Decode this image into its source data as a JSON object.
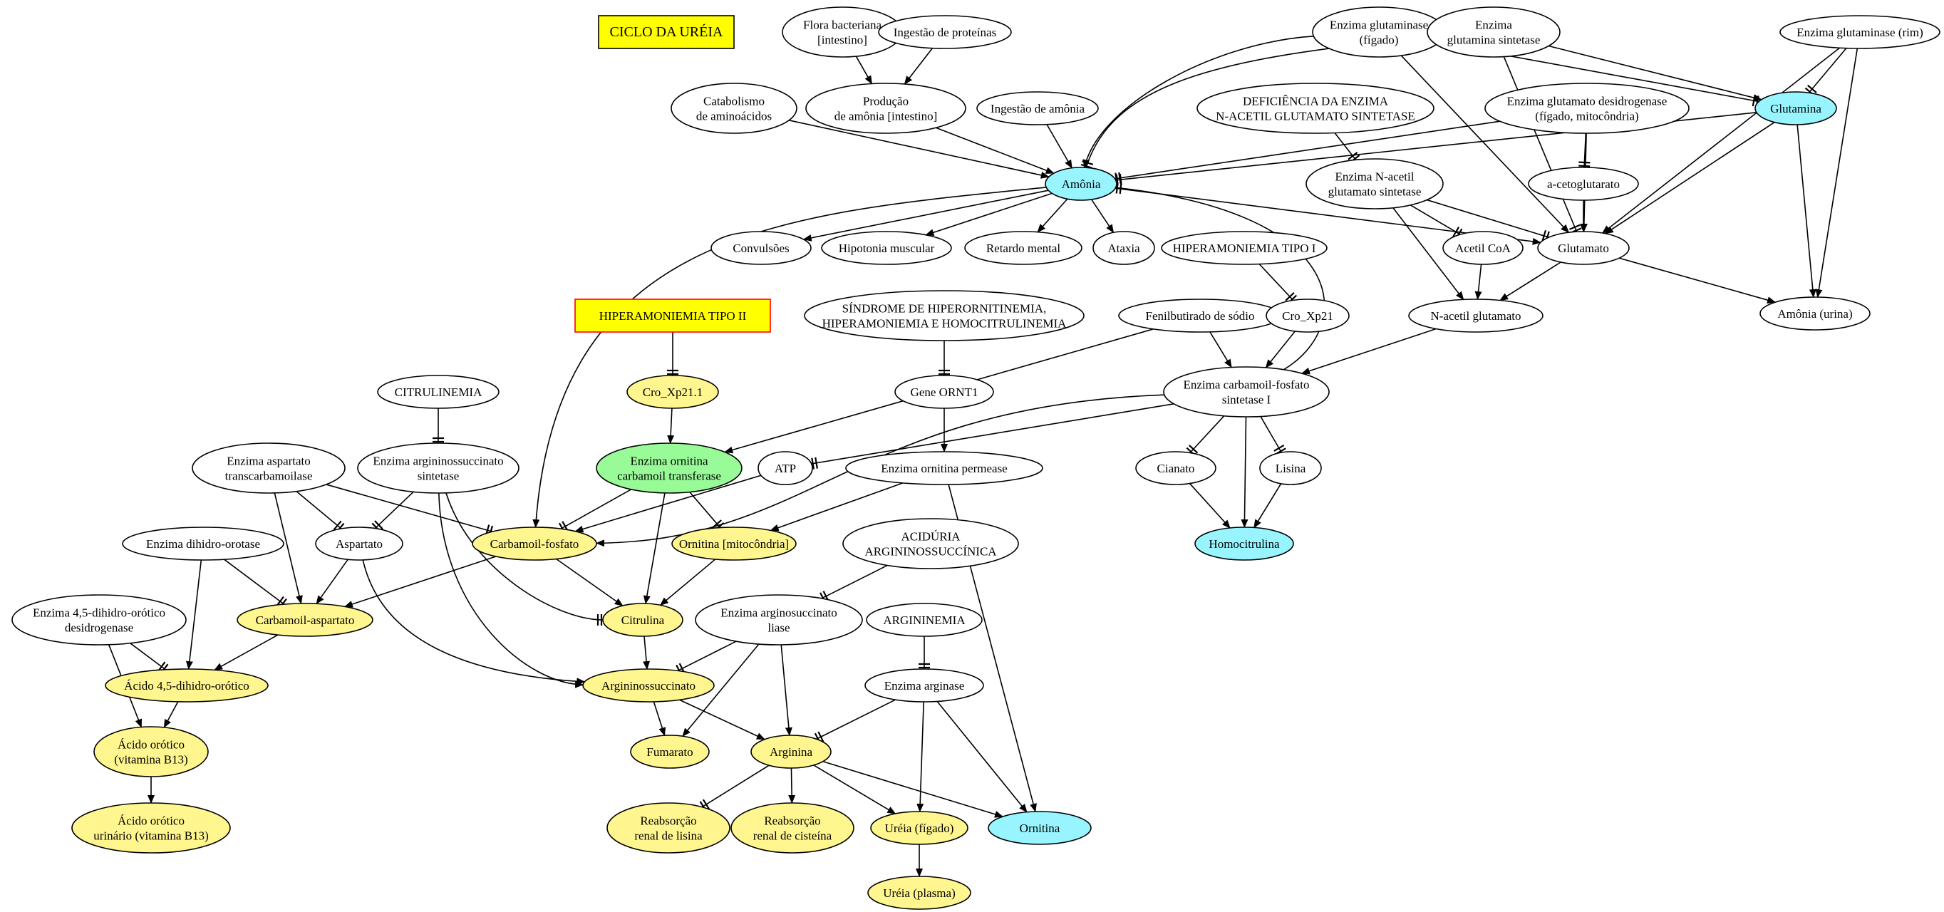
{
  "title": "CICLO DA URÉIA",
  "colors": {
    "yellow_fill": "#FFF68F",
    "cyan_fill": "#98F5FF",
    "green_fill": "#98FB98",
    "box_fill": "#FFFF00",
    "box_border": "#FF0000",
    "title_text": "#FF0000"
  },
  "nodes": [
    {
      "id": "ciclo",
      "label": "CICLO DA URÉIA",
      "style": "title"
    },
    {
      "id": "flora",
      "label": "Flora bacteriana\n[intestino]",
      "style": "plain"
    },
    {
      "id": "ingprot",
      "label": "Ingestão de proteínas",
      "style": "plain"
    },
    {
      "id": "catab",
      "label": "Catabolismo\nde aminoácidos",
      "style": "plain"
    },
    {
      "id": "prodamo",
      "label": "Produção\nde amônia [intestino]",
      "style": "plain"
    },
    {
      "id": "ingamo",
      "label": "Ingestão de amônia",
      "style": "plain"
    },
    {
      "id": "enzgfig",
      "label": "Enzima glutaminase\n(fígado)",
      "style": "plain"
    },
    {
      "id": "enzgsint",
      "label": "Enzima\nglutamina sintetase",
      "style": "plain"
    },
    {
      "id": "enzgrim",
      "label": "Enzima glutaminase (rim)",
      "style": "plain"
    },
    {
      "id": "defic",
      "label": "DEFICIÊNCIA DA ENZIMA\nN-ACETIL GLUTAMATO SINTETASE",
      "style": "plain"
    },
    {
      "id": "enzgdes",
      "label": "Enzima glutamato desidrogenase\n(fígado, mitocôndria)",
      "style": "plain"
    },
    {
      "id": "glutamina",
      "label": "Glutamina",
      "style": "cyan"
    },
    {
      "id": "amonia",
      "label": "Amônia",
      "style": "cyan"
    },
    {
      "id": "enznacs",
      "label": "Enzima N-acetil\nglutamato sintetase",
      "style": "plain"
    },
    {
      "id": "acetoglu",
      "label": "a-cetoglutarato",
      "style": "plain"
    },
    {
      "id": "convul",
      "label": "Convulsões",
      "style": "plain"
    },
    {
      "id": "hipot",
      "label": "Hipotonia muscular",
      "style": "plain"
    },
    {
      "id": "retardo",
      "label": "Retardo mental",
      "style": "plain"
    },
    {
      "id": "ataxia",
      "label": "Ataxia",
      "style": "plain"
    },
    {
      "id": "hiper1",
      "label": "HIPERAMONIEMIA TIPO I",
      "style": "plain"
    },
    {
      "id": "acetilcoa",
      "label": "Acetil CoA",
      "style": "plain"
    },
    {
      "id": "glutamato",
      "label": "Glutamato",
      "style": "plain"
    },
    {
      "id": "amourina",
      "label": "Amônia (urina)",
      "style": "plain"
    },
    {
      "id": "hiper2",
      "label": "HIPERAMONIEMIA TIPO II",
      "style": "box"
    },
    {
      "id": "sindrome",
      "label": "SÍNDROME DE HIPERORNITINEMIA,\nHIPERAMONIEMIA E HOMOCITRULINEMIA",
      "style": "plain"
    },
    {
      "id": "fenil",
      "label": "Fenilbutirado de sódio",
      "style": "plain"
    },
    {
      "id": "croxp21",
      "label": "Cro_Xp21",
      "style": "plain"
    },
    {
      "id": "nacglut",
      "label": "N-acetil glutamato",
      "style": "plain"
    },
    {
      "id": "croxp211",
      "label": "Cro_Xp21.1",
      "style": "yellow"
    },
    {
      "id": "citrulinemia",
      "label": "CITRULINEMIA",
      "style": "plain"
    },
    {
      "id": "geneornt",
      "label": "Gene ORNT1",
      "style": "plain"
    },
    {
      "id": "enzcps",
      "label": "Enzima carbamoil-fosfato\nsintetase I",
      "style": "plain"
    },
    {
      "id": "enzaspt",
      "label": "Enzima  aspartato\ntranscarbamoilase",
      "style": "plain"
    },
    {
      "id": "enzargs",
      "label": "Enzima argininossuccinato\nsintetase",
      "style": "plain"
    },
    {
      "id": "enzoct",
      "label": "Enzima ornitina\ncarbamoil transferase",
      "style": "green"
    },
    {
      "id": "atp",
      "label": "ATP",
      "style": "plain"
    },
    {
      "id": "enzorp",
      "label": "Enzima ornitina permease",
      "style": "plain"
    },
    {
      "id": "cianato",
      "label": "Cianato",
      "style": "plain"
    },
    {
      "id": "lisina",
      "label": "Lisina",
      "style": "plain"
    },
    {
      "id": "aspartato",
      "label": "Aspartato",
      "style": "plain"
    },
    {
      "id": "carbfosf",
      "label": "Carbamoil-fosfato",
      "style": "yellow"
    },
    {
      "id": "ornmit",
      "label": "Ornitina [mitocôndria]",
      "style": "yellow"
    },
    {
      "id": "homocit",
      "label": "Homocitrulina",
      "style": "cyan"
    },
    {
      "id": "enzdhor",
      "label": "Enzima dihidro-orotase",
      "style": "plain"
    },
    {
      "id": "acidarg",
      "label": "ACIDÚRIA\nARGININOSSUCCÍNICA",
      "style": "plain"
    },
    {
      "id": "enz45",
      "label": "Enzima 4,5-dihidro-orótico\ndesidrogenase",
      "style": "plain"
    },
    {
      "id": "carbasp",
      "label": "Carbamoil-aspartato",
      "style": "yellow"
    },
    {
      "id": "citrulina",
      "label": "Citrulina",
      "style": "yellow"
    },
    {
      "id": "enzargl",
      "label": "Enzima arginosuccinato\nliase",
      "style": "plain"
    },
    {
      "id": "arginemia",
      "label": "ARGININEMIA",
      "style": "plain"
    },
    {
      "id": "ac45",
      "label": "Ácido 4,5-dihidro-orótico",
      "style": "yellow"
    },
    {
      "id": "argsucc",
      "label": "Argininossuccinato",
      "style": "yellow"
    },
    {
      "id": "enzarginase",
      "label": "Enzima arginase",
      "style": "plain"
    },
    {
      "id": "acorotico",
      "label": "Ácido orótico\n(vitamina B13)",
      "style": "yellow"
    },
    {
      "id": "fumarato",
      "label": "Fumarato",
      "style": "yellow"
    },
    {
      "id": "arginina",
      "label": "Arginina",
      "style": "yellow"
    },
    {
      "id": "acorourin",
      "label": "Ácido orótico\nurinário (vitamina B13)",
      "style": "yellow"
    },
    {
      "id": "reablis",
      "label": "Reabsorção\nrenal de lisina",
      "style": "yellow"
    },
    {
      "id": "reabcis",
      "label": "Reabsorção\nrenal de cisteína",
      "style": "yellow"
    },
    {
      "id": "ureiafig",
      "label": "Uréia (fígado)",
      "style": "yellow"
    },
    {
      "id": "ornitina",
      "label": "Ornitina",
      "style": "cyan"
    },
    {
      "id": "ureiapl",
      "label": "Uréia (plasma)",
      "style": "yellow"
    }
  ],
  "edges": [
    {
      "from": "flora",
      "to": "prodamo",
      "type": "arrow"
    },
    {
      "from": "ingprot",
      "to": "prodamo",
      "type": "arrow"
    },
    {
      "from": "catab",
      "to": "amonia",
      "type": "arrow"
    },
    {
      "from": "prodamo",
      "to": "amonia",
      "type": "arrow"
    },
    {
      "from": "ingamo",
      "to": "amonia",
      "type": "arrow"
    },
    {
      "from": "enzgfig",
      "to": "amonia",
      "type": "arrow"
    },
    {
      "from": "enzgfig",
      "to": "glutamina",
      "type": "inhibit"
    },
    {
      "from": "enzgfig",
      "to": "glutamato",
      "type": "arrow"
    },
    {
      "from": "enzgsint",
      "to": "amonia",
      "type": "inhibit"
    },
    {
      "from": "enzgsint",
      "to": "glutamina",
      "type": "arrow"
    },
    {
      "from": "enzgsint",
      "to": "glutamato",
      "type": "inhibit"
    },
    {
      "from": "enzgrim",
      "to": "glutamina",
      "type": "inhibit"
    },
    {
      "from": "enzgrim",
      "to": "glutamato",
      "type": "arrow"
    },
    {
      "from": "enzgrim",
      "to": "amourina",
      "type": "arrow"
    },
    {
      "from": "defic",
      "to": "enznacs",
      "type": "inhibit"
    },
    {
      "from": "enzgdes",
      "to": "amonia",
      "type": "inhibit"
    },
    {
      "from": "enzgdes",
      "to": "acetoglu",
      "type": "inhibit"
    },
    {
      "from": "enzgdes",
      "to": "glutamato",
      "type": "arrow"
    },
    {
      "from": "glutamina",
      "to": "amonia",
      "type": "inhibit"
    },
    {
      "from": "glutamina",
      "to": "glutamato",
      "type": "arrow"
    },
    {
      "from": "glutamina",
      "to": "amourina",
      "type": "arrow"
    },
    {
      "from": "amonia",
      "to": "convul",
      "type": "arrow"
    },
    {
      "from": "amonia",
      "to": "hipot",
      "type": "arrow"
    },
    {
      "from": "amonia",
      "to": "retardo",
      "type": "arrow"
    },
    {
      "from": "amonia",
      "to": "ataxia",
      "type": "arrow"
    },
    {
      "from": "amonia",
      "to": "glutamato",
      "type": "arrow"
    },
    {
      "from": "amonia",
      "to": "carbfosf",
      "type": "arrow"
    },
    {
      "from": "enznacs",
      "to": "acetilcoa",
      "type": "inhibit"
    },
    {
      "from": "enznacs",
      "to": "glutamato",
      "type": "inhibit"
    },
    {
      "from": "enznacs",
      "to": "nacglut",
      "type": "arrow"
    },
    {
      "from": "acetoglu",
      "to": "glutamato",
      "type": "arrow"
    },
    {
      "from": "acetilcoa",
      "to": "nacglut",
      "type": "arrow"
    },
    {
      "from": "glutamato",
      "to": "nacglut",
      "type": "arrow"
    },
    {
      "from": "glutamato",
      "to": "amourina",
      "type": "arrow"
    },
    {
      "from": "hiper1",
      "to": "croxp21",
      "type": "inhibit"
    },
    {
      "from": "croxp21",
      "to": "enzcps",
      "type": "arrow"
    },
    {
      "from": "nacglut",
      "to": "enzcps",
      "type": "arrow"
    },
    {
      "from": "fenil",
      "to": "enzoct",
      "type": "arrow"
    },
    {
      "from": "fenil",
      "to": "enzcps",
      "type": "arrow"
    },
    {
      "from": "hiper2",
      "to": "croxp211",
      "type": "inhibit"
    },
    {
      "from": "croxp211",
      "to": "enzoct",
      "type": "arrow"
    },
    {
      "from": "sindrome",
      "to": "geneornt",
      "type": "inhibit"
    },
    {
      "from": "geneornt",
      "to": "enzorp",
      "type": "arrow"
    },
    {
      "from": "citrulinemia",
      "to": "enzargs",
      "type": "inhibit"
    },
    {
      "from": "enzcps",
      "to": "amonia",
      "type": "inhibit"
    },
    {
      "from": "enzcps",
      "to": "atp",
      "type": "inhibit"
    },
    {
      "from": "enzcps",
      "to": "carbfosf",
      "type": "arrow"
    },
    {
      "from": "enzcps",
      "to": "cianato",
      "type": "inhibit"
    },
    {
      "from": "enzcps",
      "to": "homocit",
      "type": "arrow"
    },
    {
      "from": "enzcps",
      "to": "lisina",
      "type": "inhibit"
    },
    {
      "from": "cianato",
      "to": "homocit",
      "type": "arrow"
    },
    {
      "from": "lisina",
      "to": "homocit",
      "type": "arrow"
    },
    {
      "from": "enzaspt",
      "to": "aspartato",
      "type": "inhibit"
    },
    {
      "from": "enzaspt",
      "to": "carbfosf",
      "type": "inhibit"
    },
    {
      "from": "enzaspt",
      "to": "carbasp",
      "type": "arrow"
    },
    {
      "from": "enzargs",
      "to": "aspartato",
      "type": "inhibit"
    },
    {
      "from": "enzargs",
      "to": "citrulina",
      "type": "inhibit"
    },
    {
      "from": "enzargs",
      "to": "argsucc",
      "type": "arrow"
    },
    {
      "from": "enzoct",
      "to": "carbfosf",
      "type": "inhibit"
    },
    {
      "from": "enzoct",
      "to": "ornmit",
      "type": "inhibit"
    },
    {
      "from": "enzoct",
      "to": "citrulina",
      "type": "arrow"
    },
    {
      "from": "atp",
      "to": "carbfosf",
      "type": "arrow"
    },
    {
      "from": "enzorp",
      "to": "ornmit",
      "type": "arrow"
    },
    {
      "from": "enzorp",
      "to": "ornitina",
      "type": "arrow"
    },
    {
      "from": "aspartato",
      "to": "carbasp",
      "type": "arrow"
    },
    {
      "from": "aspartato",
      "to": "argsucc",
      "type": "arrow"
    },
    {
      "from": "carbfosf",
      "to": "carbasp",
      "type": "arrow"
    },
    {
      "from": "carbfosf",
      "to": "citrulina",
      "type": "arrow"
    },
    {
      "from": "ornmit",
      "to": "citrulina",
      "type": "arrow"
    },
    {
      "from": "enzdhor",
      "to": "carbasp",
      "type": "inhibit"
    },
    {
      "from": "enzdhor",
      "to": "ac45",
      "type": "arrow"
    },
    {
      "from": "acidarg",
      "to": "enzargl",
      "type": "inhibit"
    },
    {
      "from": "enz45",
      "to": "ac45",
      "type": "inhibit"
    },
    {
      "from": "enz45",
      "to": "acorotico",
      "type": "arrow"
    },
    {
      "from": "carbasp",
      "to": "ac45",
      "type": "arrow"
    },
    {
      "from": "citrulina",
      "to": "argsucc",
      "type": "arrow"
    },
    {
      "from": "enzargl",
      "to": "argsucc",
      "type": "inhibit"
    },
    {
      "from": "enzargl",
      "to": "fumarato",
      "type": "arrow"
    },
    {
      "from": "enzargl",
      "to": "arginina",
      "type": "arrow"
    },
    {
      "from": "arginemia",
      "to": "enzarginase",
      "type": "inhibit"
    },
    {
      "from": "ac45",
      "to": "acorotico",
      "type": "arrow"
    },
    {
      "from": "argsucc",
      "to": "fumarato",
      "type": "arrow"
    },
    {
      "from": "argsucc",
      "to": "arginina",
      "type": "arrow"
    },
    {
      "from": "enzarginase",
      "to": "arginina",
      "type": "inhibit"
    },
    {
      "from": "enzarginase",
      "to": "ureiafig",
      "type": "arrow"
    },
    {
      "from": "enzarginase",
      "to": "ornitina",
      "type": "arrow"
    },
    {
      "from": "acorotico",
      "to": "acorourin",
      "type": "arrow"
    },
    {
      "from": "arginina",
      "to": "reablis",
      "type": "inhibit"
    },
    {
      "from": "arginina",
      "to": "reabcis",
      "type": "arrow"
    },
    {
      "from": "arginina",
      "to": "ureiafig",
      "type": "arrow"
    },
    {
      "from": "arginina",
      "to": "ornitina",
      "type": "arrow"
    },
    {
      "from": "ureiafig",
      "to": "ureiapl",
      "type": "arrow"
    }
  ]
}
